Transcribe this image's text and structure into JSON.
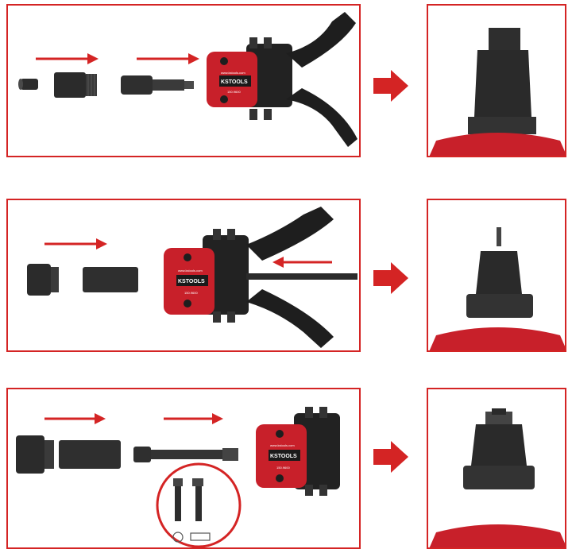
{
  "panels": [
    {
      "brand": "KSTOOLS",
      "url": "www.kstools.com",
      "model": "150.9600"
    },
    {
      "brand": "KSTOOLS",
      "url": "www.kstools.com",
      "model": "150.9600"
    },
    {
      "brand": "KSTOOLS",
      "url": "www.kstools.com",
      "model": "150.9600"
    }
  ],
  "colors": {
    "frame": "#d42424",
    "arrow": "#d42424",
    "tool_red": "#c8202a",
    "metal": "#2b2b2b"
  },
  "icons": [
    "right-arrow-icon",
    "left-arrow-icon",
    "magnifier-circle-icon",
    "circle-symbol-icon",
    "rectangle-symbol-icon"
  ]
}
